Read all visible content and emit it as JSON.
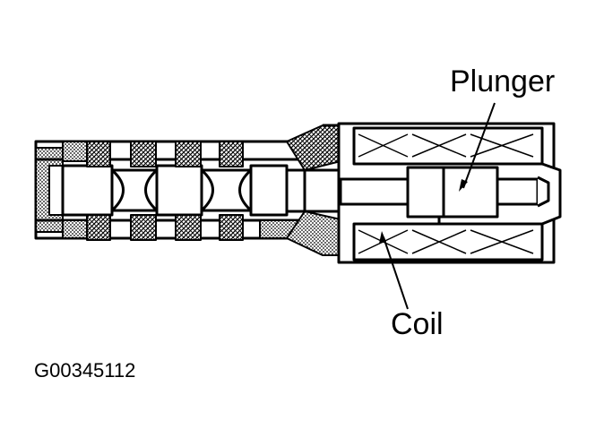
{
  "labels": {
    "plunger": "Plunger",
    "coil": "Coil",
    "figure_code": "G00345112"
  },
  "colors": {
    "ink": "#000000",
    "paper": "#ffffff"
  }
}
